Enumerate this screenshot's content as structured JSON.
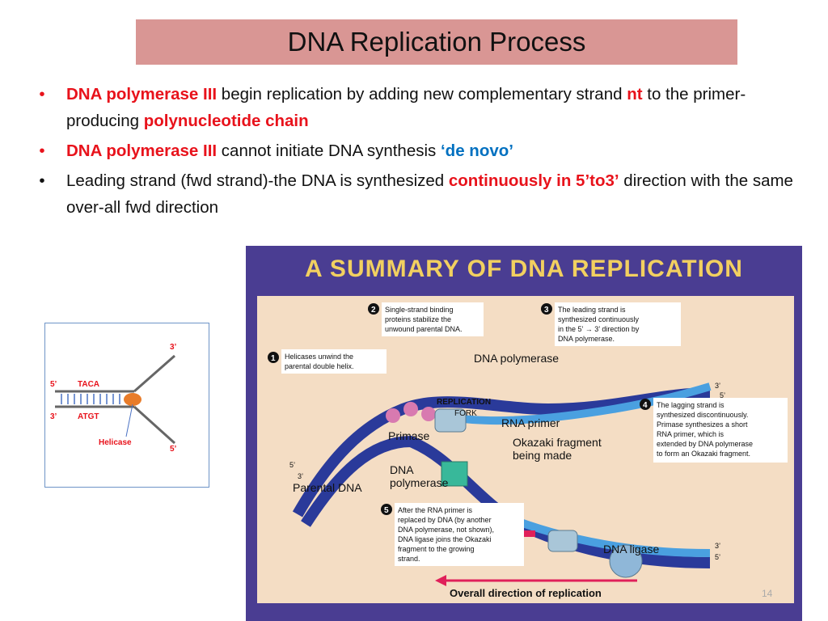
{
  "title": "DNA Replication Process",
  "bullets": [
    {
      "dot": "•",
      "part1": "DNA polymerase III",
      "part2": " begin replication by adding new complementary strand ",
      "part3": "nt",
      "part4": " to the primer-producing ",
      "part5": "polynucleotide chain"
    },
    {
      "dot": "•",
      "part1": "DNA polymerase III",
      "part2": " cannot initiate DNA synthesis ",
      "part3": "‘de novo’"
    },
    {
      "dot": "•",
      "part1": "Leading strand (fwd strand)-the DNA is synthesized ",
      "part2": "continuously in 5’to3’",
      "part3": " direction with the same over-all fwd direction"
    }
  ],
  "small_diagram": {
    "top_right": "3’",
    "left_5": "5’",
    "seq_top": "TACA",
    "left_3": "3’",
    "seq_bottom": "ATGT",
    "helicase": "Helicase",
    "bottom_right": "5’"
  },
  "summary": {
    "title": "A SUMMARY OF DNA REPLICATION",
    "step1_num": "1",
    "step1": [
      "Helicases unwind the",
      "parental double helix."
    ],
    "step2_num": "2",
    "step2": [
      "Single-strand binding",
      "proteins stabilize the",
      "unwound parental DNA."
    ],
    "step3_num": "3",
    "step3": [
      "The leading strand is",
      "synthesized continuously",
      "in the 5’ → 3’ direction by",
      "DNA polymerase."
    ],
    "step4_num": "4",
    "step4": [
      "The lagging strand is",
      "synthesized discontinuously.",
      "Primase synthesizes a short",
      "RNA primer, which is",
      "extended by DNA polymerase",
      "to form an Okazaki fragment."
    ],
    "step5_num": "5",
    "step5": [
      "After the RNA primer is",
      "replaced by DNA (by another",
      "DNA polymerase, not shown),",
      "DNA ligase joins the Okazaki",
      "fragment to the growing",
      "strand."
    ],
    "label_dna_polymerase_top": "DNA polymerase",
    "label_replication": "REPLICATION",
    "label_fork": "FORK",
    "label_rna_primer": "RNA primer",
    "label_primase": "Primase",
    "label_okazaki1": "Okazaki fragment",
    "label_okazaki2": "being made",
    "label_dna": "DNA",
    "label_polymerase": "polymerase",
    "label_parental": "Parental DNA",
    "label_ligase": "DNA ligase",
    "label_overall": "Overall direction of replication",
    "end_top_3": "3’",
    "end_top_5": "5’",
    "end_mid_3": "3’",
    "end_mid_5": "5’",
    "end_left_5": "5’",
    "end_left_3": "3’"
  },
  "slide_number": "14",
  "colors": {
    "title_bg": "#d99694",
    "accent_red": "#e8121b",
    "accent_blue": "#0070c0",
    "summary_bg": "#4a3d92",
    "summary_title": "#f2d060",
    "summary_panel": "#f4ddc4"
  }
}
